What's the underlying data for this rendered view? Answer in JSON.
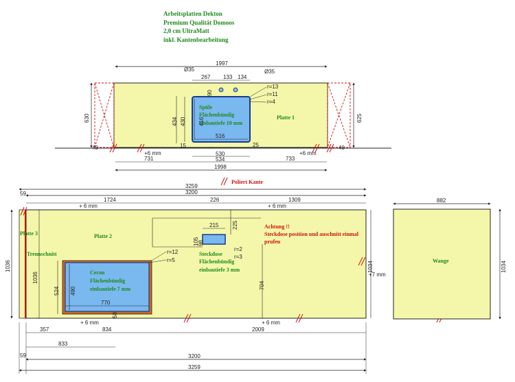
{
  "header": {
    "line1": "Arbeitsplatten Dekton",
    "line2": "Premium Qualität Domoos",
    "line3": "2,0 cm UltraMatt",
    "line4": "inkl. Kantenbearbeitung"
  },
  "top": {
    "overall_width": "1997",
    "bottom_width": "1998",
    "depth_left": "630",
    "depth_right": "625",
    "left_offset": "731",
    "right_offset": "733",
    "hole_dia_1": "Ø35",
    "hole_dia_2": "Ø35",
    "hole_d1": "267",
    "hole_d2": "133",
    "hole_d3": "134",
    "hole_vertical": "90",
    "radius_13": "r=13",
    "radius_11": "r=11",
    "radius_4": "r=4",
    "sink_depth_outer": "434",
    "sink_depth_mid": "430",
    "sink_depth_inner": "416",
    "sink_width_inner": "516",
    "sink_width_mid": "530",
    "sink_width_outer": "534",
    "sink_label_1": "Spüle",
    "sink_label_2": "Flächenbündig",
    "sink_label_3": "einbautiefe 10 mm",
    "small_left": "15",
    "small_right": "25",
    "corner_left": "40",
    "corner_right": "40",
    "plate_label": "Platte 1",
    "edge_left": "+6 mm",
    "edge_right": "+6 mm"
  },
  "polish": {
    "label": "Poliert Kante"
  },
  "bottom": {
    "total_top": "3259",
    "total_inner_top": "3200",
    "offset_top": "59",
    "w_1724": "1724",
    "w_226": "226",
    "w_1309": "1309",
    "edge_top_left": "+ 6 mm",
    "edge_top_right": "+ 6 mm",
    "plate2": "Platte 2",
    "plate3": "Platte 3",
    "trennschnitt": "Trennschnitt",
    "height_left": "1036",
    "height_inner_left": "1036",
    "height_right": "1034",
    "edge_right": "+7 mm",
    "socket_width": "215",
    "socket_depth": "225",
    "socket_h1": "105",
    "socket_h2": "98",
    "socket_r2": "r=2",
    "socket_r3": "r=3",
    "socket_label_1": "Steckdose",
    "socket_label_2": "Flächenbündig",
    "socket_label_3": "einbautiefe 3 mm",
    "warn_1": "Achtung !!",
    "warn_2": "Steckdose position und auschnitt einmal",
    "warn_3": "prufen",
    "socket_offset": "704",
    "cook_r12": "r=12",
    "cook_r5": "r=5",
    "cook_label_1": "Ceran",
    "cook_label_2": "Flächenbündig",
    "cook_label_3": "einbautiefe 7 mm",
    "cook_depth_outer": "524",
    "cook_depth_inner": "490",
    "cook_width": "770",
    "cook_small": "58",
    "edge_bottom_left": "+ 6 mm",
    "edge_bottom_right": "+ 6 mm",
    "w_357": "357",
    "w_834": "834",
    "w_2009": "2009",
    "w_833": "833",
    "total_bottom_inner": "3200",
    "total_bottom": "3259",
    "offset_bottom": "59"
  },
  "wange": {
    "label": "Wange",
    "width": "882",
    "height": "1034"
  },
  "colors": {
    "plate": "#f4f7aa",
    "cutout": "#7ab8f0",
    "cutout_border": "#1a3a8a",
    "cooktop_frame": "#c86a2a",
    "label_green": "#1d8a1d",
    "label_red": "#d01010",
    "dim_line": "#222222"
  }
}
